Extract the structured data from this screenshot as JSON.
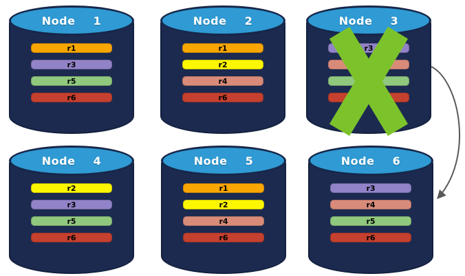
{
  "diagram": {
    "description": "Six database node cylinders holding replica partitions; Node 3 is failed (green X) and its replicas fail over to Node 6",
    "background": "#ffffff",
    "colors": {
      "cylinder_body": "#1c2a50",
      "cylinder_border": "#12203e",
      "cylinder_top": "#2f9ad3",
      "title_text": "#ffffff",
      "bar_label_text": "#000000",
      "x_mark": "#7cc32b",
      "arrow": "#595959"
    },
    "replica_colors": {
      "r1": "#f9a602",
      "r2": "#fcf600",
      "r3": "#9283c8",
      "r4": "#d98b79",
      "r5": "#90c87e",
      "r6": "#c5402e"
    },
    "nodes": [
      {
        "title": "Node  1",
        "replicas": [
          "r1",
          "r3",
          "r5",
          "r6"
        ],
        "failed": false
      },
      {
        "title": "Node  2",
        "replicas": [
          "r1",
          "r2",
          "r4",
          "r6"
        ],
        "failed": false
      },
      {
        "title": "Node  3",
        "replicas": [
          "r3",
          "r4",
          "r5",
          "r6"
        ],
        "failed": true
      },
      {
        "title": "Node  4",
        "replicas": [
          "r2",
          "r3",
          "r5",
          "r6"
        ],
        "failed": false
      },
      {
        "title": "Node  5",
        "replicas": [
          "r1",
          "r2",
          "r4",
          "r6"
        ],
        "failed": false
      },
      {
        "title": "Node  6",
        "replicas": [
          "r3",
          "r4",
          "r5",
          "r6"
        ],
        "failed": false
      }
    ],
    "arrow": {
      "from": "Node  3",
      "to": "Node  6"
    }
  }
}
